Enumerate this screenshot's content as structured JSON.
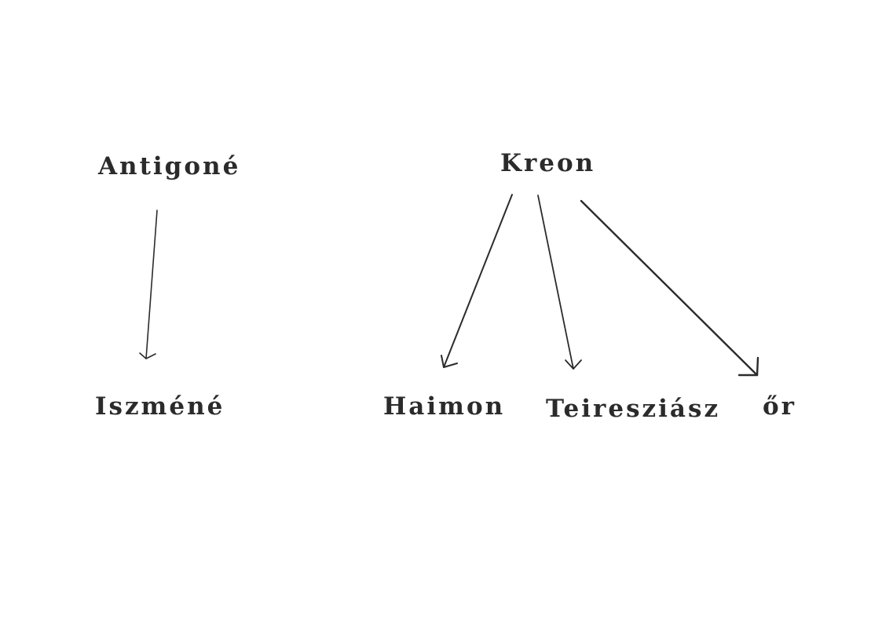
{
  "nodes": {
    "antigone": "Antigoné",
    "kreon": "Kreon",
    "iszmene": "Iszméné",
    "haimon": "Haimon",
    "teiresziasz": "Teiresziász",
    "or": "őr"
  },
  "edges": [
    {
      "from": "Antigoné",
      "to": "Iszméné"
    },
    {
      "from": "Kreon",
      "to": "Haimon"
    },
    {
      "from": "Kreon",
      "to": "Teiresziász"
    },
    {
      "from": "Kreon",
      "to": "őr"
    }
  ],
  "colors": {
    "ink": "#2b2b2b",
    "background": "#ffffff"
  }
}
